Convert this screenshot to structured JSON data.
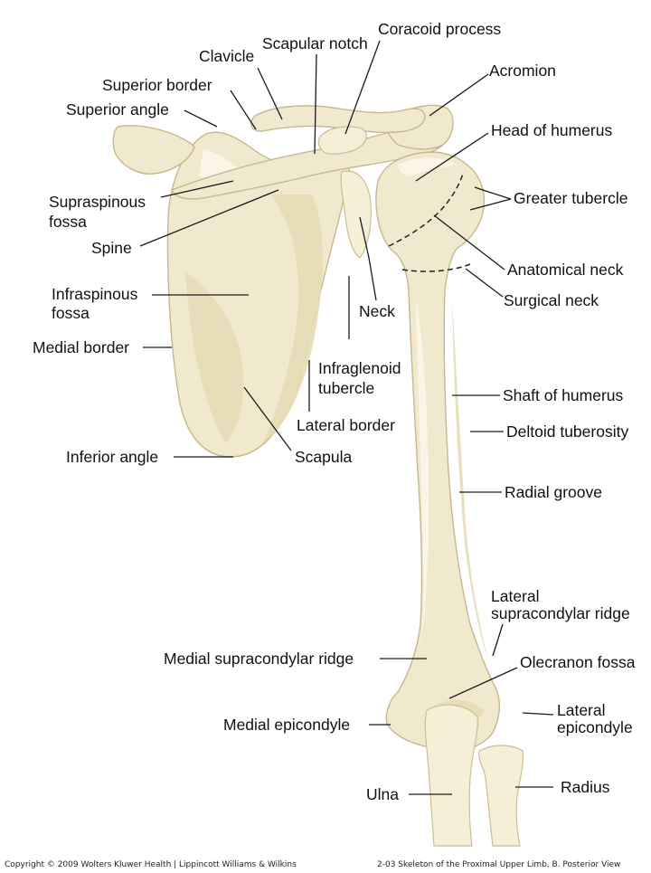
{
  "labels": {
    "coracoid_process": "Coracoid process",
    "scapular_notch": "Scapular notch",
    "clavicle": "Clavicle",
    "acromion": "Acromion",
    "superior_border": "Superior border",
    "superior_angle": "Superior angle",
    "head_of_humerus": "Head of humerus",
    "supraspinous_fossa_1": "Supraspinous",
    "supraspinous_fossa_2": "fossa",
    "greater_tubercle": "Greater tubercle",
    "spine": "Spine",
    "anatomical_neck": "Anatomical neck",
    "surgical_neck": "Surgical neck",
    "infraspinous_fossa_1": "Infraspinous",
    "infraspinous_fossa_2": "fossa",
    "neck": "Neck",
    "medial_border": "Medial border",
    "infraglenoid_tubercle_1": "Infraglenoid",
    "infraglenoid_tubercle_2": "tubercle",
    "shaft_of_humerus": "Shaft of humerus",
    "lateral_border": "Lateral border",
    "deltoid_tuberosity": "Deltoid tuberosity",
    "inferior_angle": "Inferior angle",
    "scapula": "Scapula",
    "radial_groove": "Radial groove",
    "lateral_supracondylar_ridge_1": "Lateral",
    "lateral_supracondylar_ridge_2": "supracondylar ridge",
    "medial_supracondylar_ridge": "Medial supracondylar ridge",
    "olecranon_fossa": "Olecranon fossa",
    "lateral_epicondyle_1": "Lateral",
    "lateral_epicondyle_2": "epicondyle",
    "medial_epicondyle": "Medial epicondyle",
    "radius": "Radius",
    "ulna": "Ulna"
  },
  "footer": {
    "copyright": "Copyright © 2009 Wolters Kluwer Health | Lippincott Williams & Wilkins",
    "figure_caption": "2-03 Skeleton of the Proximal Upper Limb, B. Posterior View"
  },
  "colors": {
    "bone_fill": "#f1e9cd",
    "bone_outline": "#c7b78e",
    "label_text": "#111111",
    "leader_line": "#1a1a1a",
    "background": "#ffffff"
  }
}
